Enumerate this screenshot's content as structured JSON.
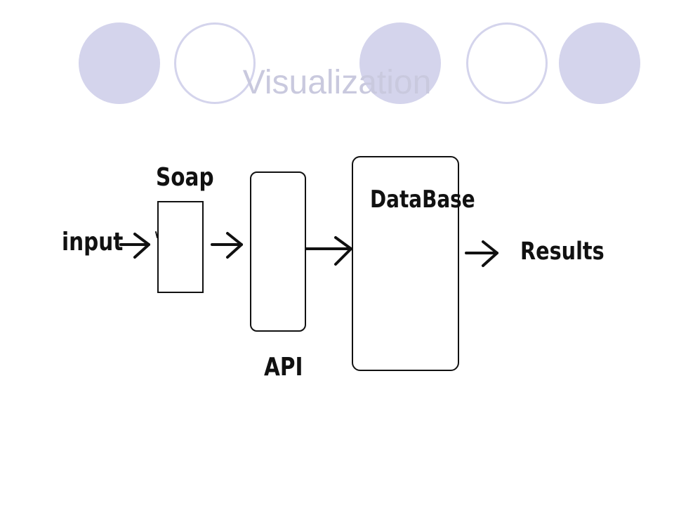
{
  "slide": {
    "title": "Visualization"
  },
  "decor": {
    "circles": [
      "filled",
      "outline",
      "filled",
      "outline",
      "filled"
    ],
    "circle_fill_color": "#d4d4ec",
    "title_color": "#c9c9de"
  },
  "diagram": {
    "input_label": "input",
    "soap_label": "Soap",
    "api_label": "API",
    "database_label": "DataBase",
    "results_label": "Results",
    "stroke_color": "#111111"
  }
}
